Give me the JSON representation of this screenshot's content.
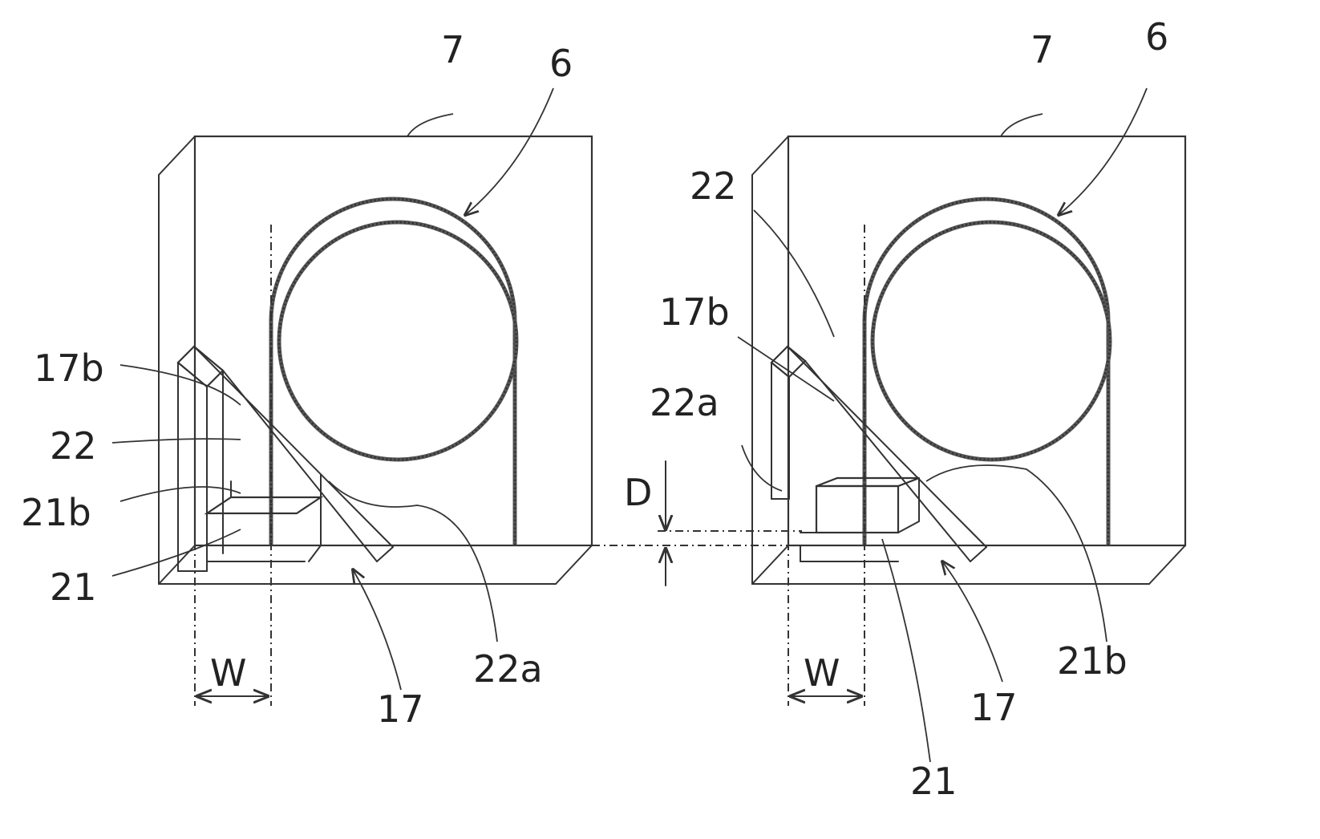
{
  "left_view": {
    "labels": {
      "housing": "7",
      "drum": "6",
      "rib_b": "17b",
      "plate": "22",
      "lug_b": "21b",
      "lug": "21",
      "width": "W",
      "rib": "17",
      "plate_a": "22a"
    }
  },
  "right_view": {
    "labels": {
      "housing": "7",
      "drum": "6",
      "plate": "22",
      "rib_b": "17b",
      "plate_a": "22a",
      "depth": "D",
      "width": "W",
      "rib": "17",
      "lug_b": "21b",
      "lug": "21"
    }
  }
}
